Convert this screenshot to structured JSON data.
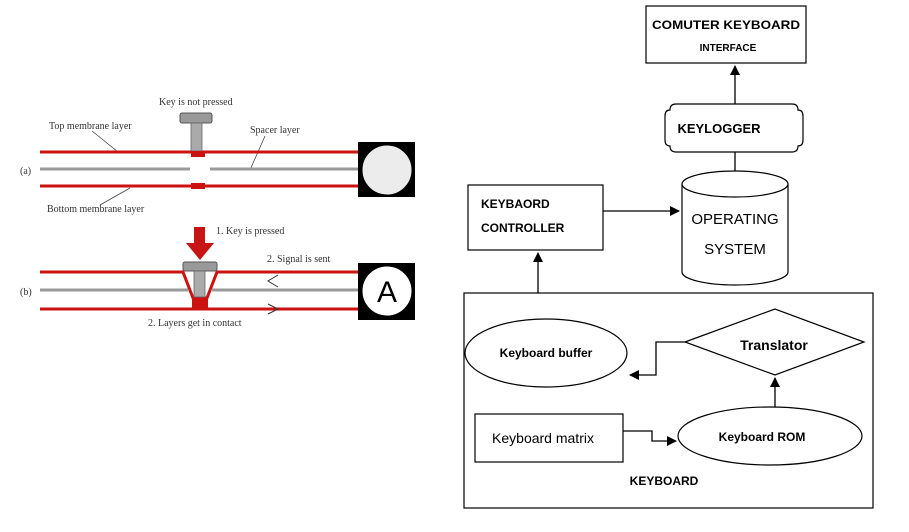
{
  "membrane": {
    "key_not_pressed": "Key is not pressed",
    "top_layer": "Top membrane layer",
    "spacer_layer": "Spacer layer",
    "bottom_layer": "Bottom membrane layer",
    "label_a": "(a)",
    "label_b": "(b)",
    "key_pressed": "1. Key is pressed",
    "signal_sent": "2. Signal is sent",
    "layers_contact": "2. Layers get in contact",
    "output_letter": "A",
    "colors": {
      "layer": "#cc1111",
      "spacer": "#999999",
      "arrow": "#c81414"
    }
  },
  "flow": {
    "interface_line1": "COMUTER KEYBOARD",
    "interface_line2": "INTERFACE",
    "keylogger": "KEYLOGGER",
    "controller_line1": "KEYBAORD",
    "controller_line2": "CONTROLLER",
    "os_line1": "OPERATING",
    "os_line2": "SYSTEM",
    "keyboard_buffer": "Keyboard buffer",
    "translator": "Translator",
    "keyboard_matrix": "Keyboard matrix",
    "keyboard_rom": "Keyboard ROM",
    "keyboard_caption": "KEYBOARD"
  }
}
